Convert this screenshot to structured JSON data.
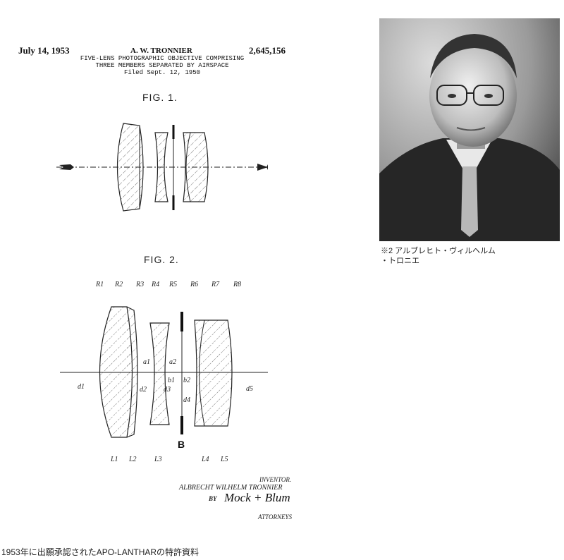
{
  "patent": {
    "date": "July 14, 1953",
    "inventor_header": "A. W. TRONNIER",
    "number": "2,645,156",
    "title_line1": "FIVE-LENS PHOTOGRAPHIC OBJECTIVE COMPRISING",
    "title_line2": "THREE MEMBERS SEPARATED BY AIRSPACE",
    "filed": "Filed Sept. 12, 1950",
    "fig1_label": "FIG. 1.",
    "fig2_label": "FIG. 2.",
    "radius_labels": [
      "R1",
      "R2",
      "R3",
      "R4",
      "R5",
      "R6",
      "R7",
      "R8"
    ],
    "gap_labels": [
      "a1",
      "a2",
      "b1",
      "b2"
    ],
    "thickness_labels": [
      "d1",
      "d2",
      "d3",
      "d4",
      "d5"
    ],
    "lens_labels": [
      "L1",
      "L2",
      "L3",
      "L4",
      "L5"
    ],
    "stop_label": "B",
    "inventor_title": "INVENTOR.",
    "inventor_name": "ALBRECHT WILHELM TRONNIER",
    "by": "BY",
    "signature": "Mock + Blum",
    "attorneys": "ATTORNEYS"
  },
  "photo": {
    "caption_line1": "※2 アルブレヒト・ヴィルヘルム",
    "caption_line2": "・トロニエ"
  },
  "caption_bottom": "1953年に出願承認されたAPO-LANTHARの特許資料"
}
